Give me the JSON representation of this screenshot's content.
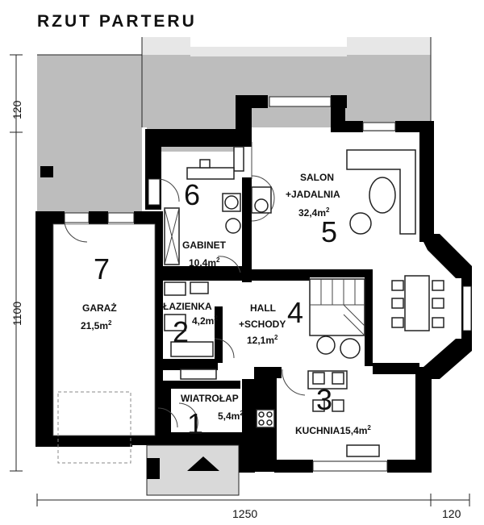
{
  "title": "RZUT PARTERU",
  "rooms": [
    {
      "number": "1",
      "name": "WIATROŁAP",
      "area": "5,4m",
      "sup": "2"
    },
    {
      "number": "2",
      "name": "ŁAZIENKA",
      "area": "4,2m",
      "sup": "2"
    },
    {
      "number": "3",
      "name": "KUCHNIA",
      "area": "15,4m",
      "sup": "2"
    },
    {
      "number": "4",
      "name_line1": "HALL",
      "name_line2": "+SCHODY",
      "area": "12,1m",
      "sup": "2"
    },
    {
      "number": "5",
      "name_line1": "SALON",
      "name_line2": "+JADALNIA",
      "area": "32,4m",
      "sup": "2"
    },
    {
      "number": "6",
      "name": "GABINET",
      "area": "10,4m",
      "sup": "2"
    },
    {
      "number": "7",
      "name": "GARAŻ",
      "area": "21,5m",
      "sup": "2"
    }
  ],
  "dimensions": {
    "left_top": "120",
    "left_main": "1100",
    "bottom_main": "1250",
    "bottom_right": "120"
  }
}
